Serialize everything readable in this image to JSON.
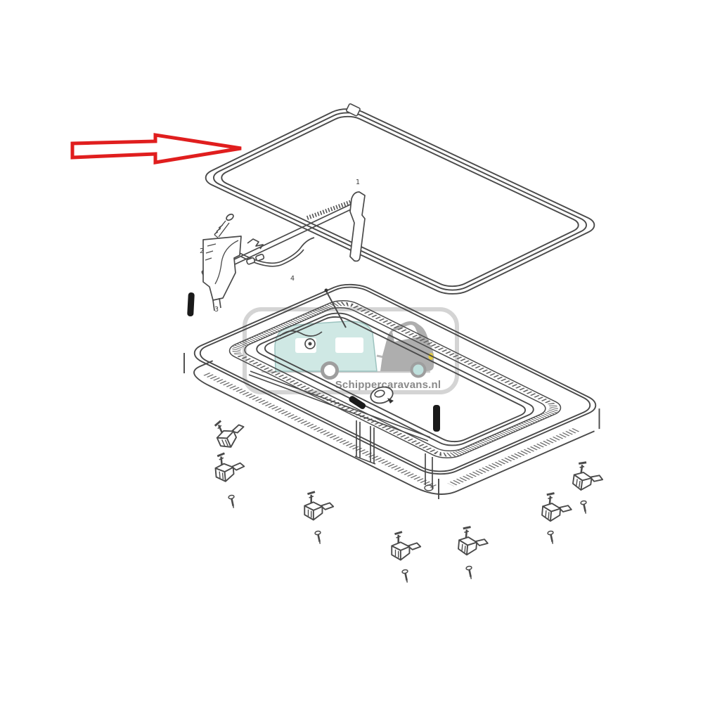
{
  "watermark": {
    "text": "Schippercaravans.nl",
    "text_color": "#8a8a8a",
    "border_color": "#d4d4d4",
    "caravan_color": "#cfe8e4",
    "caravan_outline": "#9cc3bf",
    "car_color": "#aeaeae",
    "wheel_ring_color": "#9e9e9e",
    "wheel_hub_color": "#bfe0dd",
    "headlight_color": "#e3cb43",
    "ground_color": "#c9c9c9"
  },
  "arrow": {
    "color": "#e01e1e"
  },
  "line_color": "#4a4a4a",
  "labels": [
    {
      "text": "1"
    },
    {
      "text": "4"
    },
    {
      "text": "3"
    },
    {
      "text": "2"
    }
  ]
}
